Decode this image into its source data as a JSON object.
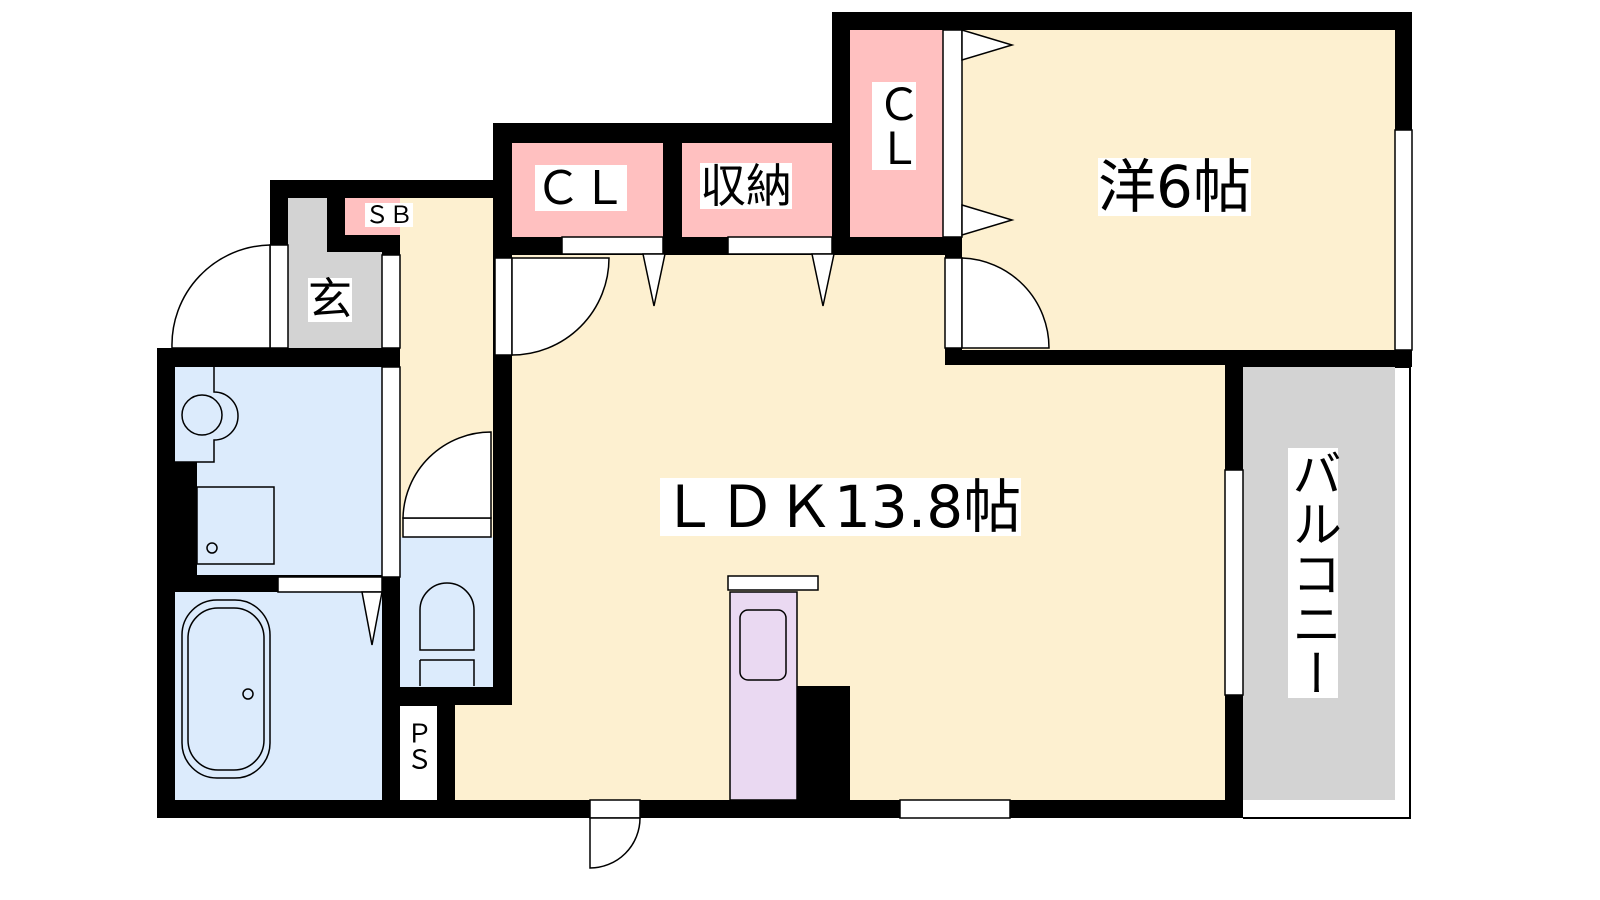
{
  "floorplan": {
    "colors": {
      "wall": "#000000",
      "living": "#FDF0D0",
      "storage": "#FFC0C0",
      "wet": "#DCEBFC",
      "entrance": "#D3D3D3",
      "kitchen": "#EAD9F2"
    },
    "rooms": {
      "western": "洋6帖",
      "ldk": "ＬＤＫ13.8帖",
      "closet_top": "ＣＬ",
      "closet_tall": "ＣＬ",
      "storage": "収納",
      "shoe_box": "ＳＢ",
      "entrance": "玄",
      "pipe_space": "ＰＳ",
      "balcony": "バルコニー"
    }
  }
}
